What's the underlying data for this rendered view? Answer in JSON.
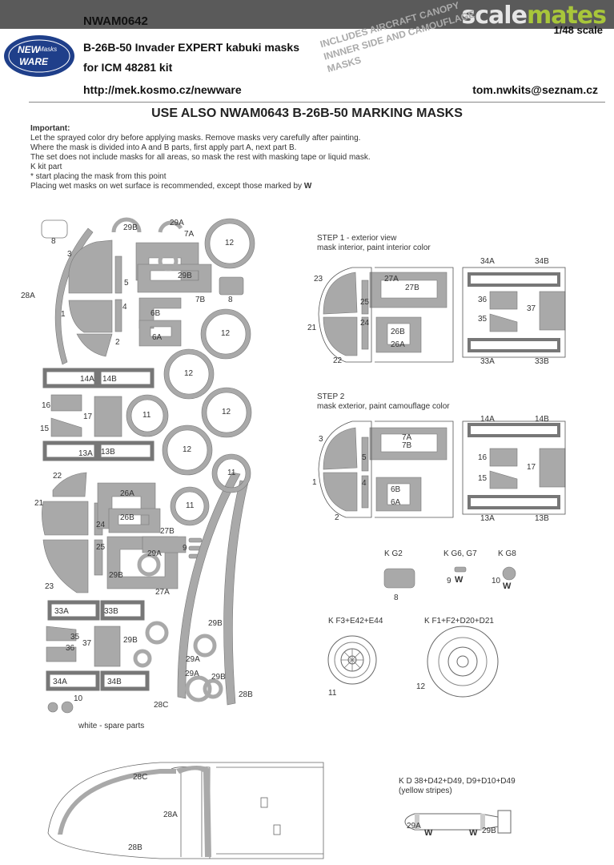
{
  "header": {
    "code": "NWAM0642",
    "brand_prefix": "scale",
    "brand_suffix": "mates",
    "scale": "1/48 scale",
    "logo_line1": "NEW",
    "logo_line2": "WARE",
    "logo_small": "Masks",
    "title_line1": "B-26B-50 Invader  EXPERT kabuki masks",
    "title_line2": "for ICM 48281 kit",
    "url": "http://mek.kosmo.cz/newware",
    "email": "tom.nwkits@seznam.cz",
    "stamp_line1": "INCLUDES AIRCRAFT CANOPY",
    "stamp_line2": "INNNER SIDE  AND CAMOUFLAGE",
    "stamp_line3": "MASKS"
  },
  "use_also": "USE ALSO NWAM0643 B-26B-50 MARKING MASKS",
  "instructions": {
    "title": "Important:",
    "lines": [
      "Let the sprayed color dry before applying masks. Remove masks very carefully after painting.",
      "Where the mask is divided into A and B parts, first apply part A, next part B.",
      "The set does not include masks for all areas, so mask the rest with masking tape or liquid mask.",
      "K kit part",
      "*  start placing the mask from this point",
      "Placing wet masks on wet surface is recommended, except those marked by "
    ],
    "w_mark": "W"
  },
  "steps": {
    "step1_title": "STEP 1 - exterior view",
    "step1_sub": "mask interior, paint interior color",
    "step2_title": "STEP 2",
    "step2_sub": "mask exterior, paint camouflage color"
  },
  "kit_refs": {
    "g2": "K G2",
    "g6g7": "K G6, G7",
    "g8": "K G8",
    "f3": "K F3+E42+E44",
    "f1": "K F1+F2+D20+D21",
    "d38_line1": "K D 38+D42+D49, D9+D10+D49",
    "d38_line2": "(yellow stripes)"
  },
  "spare_caption": "white - spare parts",
  "part_labels": {
    "p1": "1",
    "p2": "2",
    "p3": "3",
    "p4": "4",
    "p5": "5",
    "p8": "8",
    "p9": "9",
    "p10": "10",
    "p11": "11",
    "p12": "12",
    "p13a": "13A",
    "p13b": "13B",
    "p14a": "14A",
    "p14b": "14B",
    "p15": "15",
    "p16": "16",
    "p17": "17",
    "p21": "21",
    "p22": "22",
    "p23": "23",
    "p24": "24",
    "p25": "25",
    "p26a": "26A",
    "p26b": "26B",
    "p27a": "27A",
    "p27b": "27B",
    "p28a": "28A",
    "p28b": "28B",
    "p28c": "28C",
    "p29a": "29A",
    "p29b": "29B",
    "p33a": "33A",
    "p33b": "33B",
    "p34a": "34A",
    "p34b": "34B",
    "p35": "35",
    "p36": "36",
    "p37": "37",
    "p6a": "6A",
    "p6b": "6B",
    "p7a": "7A",
    "p7b": "7B"
  }
}
